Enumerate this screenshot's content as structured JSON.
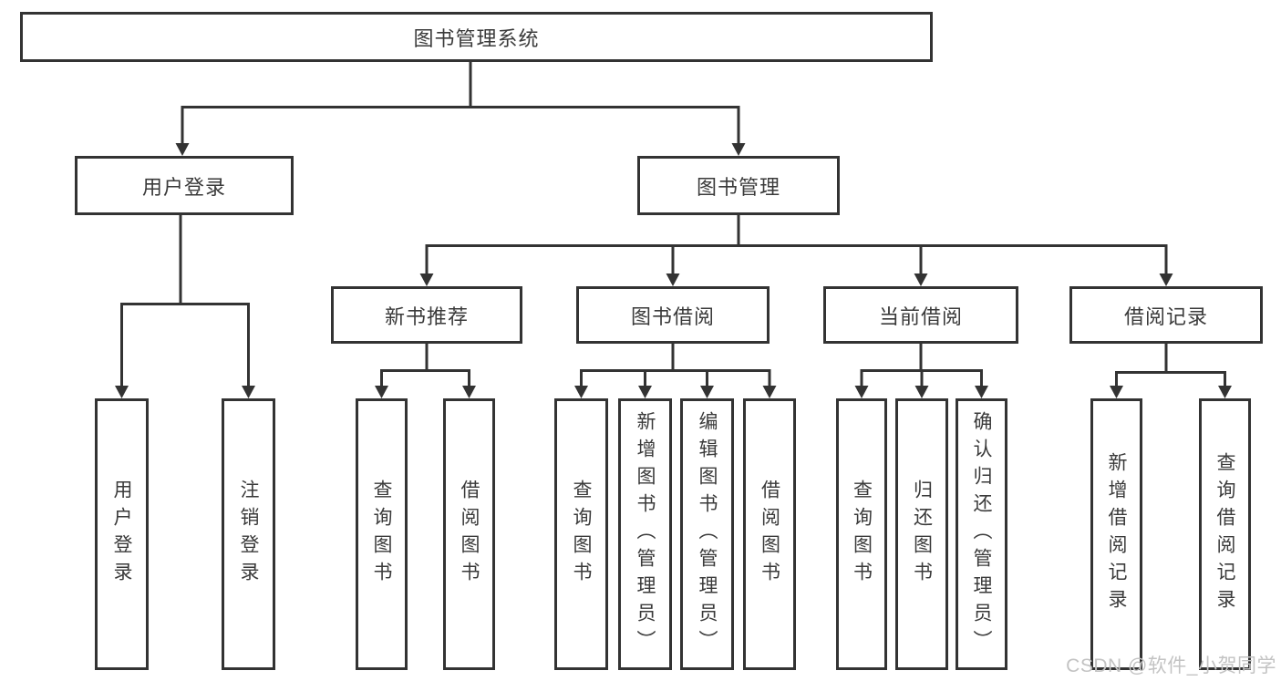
{
  "tree": {
    "root": {
      "label": "图书管理系统"
    },
    "level2": [
      {
        "label": "用户登录",
        "children": [
          {
            "label": "用户登录"
          },
          {
            "label": "注销登录"
          }
        ]
      },
      {
        "label": "图书管理",
        "children": [
          {
            "label": "新书推荐",
            "children": [
              {
                "label": "查询图书"
              },
              {
                "label": "借阅图书"
              }
            ]
          },
          {
            "label": "图书借阅",
            "children": [
              {
                "label": "查询图书"
              },
              {
                "label": "新增图书（管理员）"
              },
              {
                "label": "编辑图书（管理员）"
              },
              {
                "label": "借阅图书"
              }
            ]
          },
          {
            "label": "当前借阅",
            "children": [
              {
                "label": "查询图书"
              },
              {
                "label": "归还图书"
              },
              {
                "label": "确认归还（管理员）"
              }
            ]
          },
          {
            "label": "借阅记录",
            "children": [
              {
                "label": "新增借阅记录"
              },
              {
                "label": "查询借阅记录"
              }
            ]
          }
        ]
      }
    ]
  },
  "colors": {
    "line": "#333333",
    "node_border": "#333333",
    "node_text": "#3a3a3a",
    "watermark": "#c3c3c3",
    "background": "#ffffff"
  },
  "watermark": {
    "text": "CSDN @软件_小贺同学"
  }
}
